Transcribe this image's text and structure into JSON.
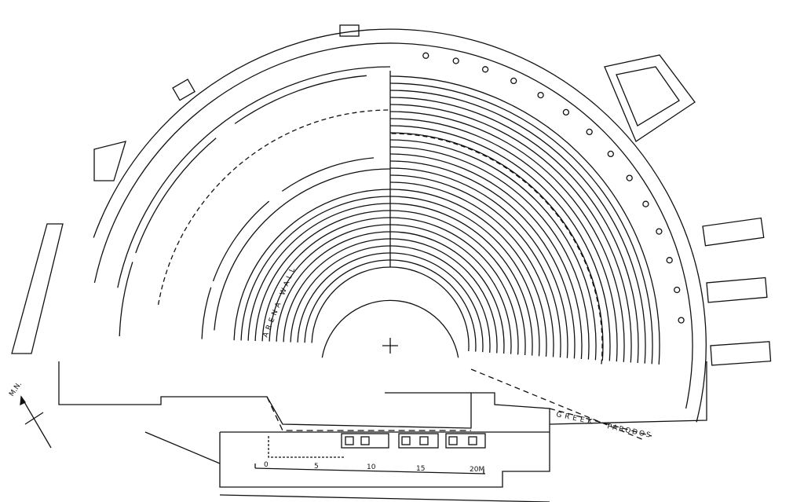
{
  "labels": {
    "arena_wall": "ARENA WALL",
    "greek": "GREEK",
    "parodos": "PARODOS",
    "north": "M.N."
  },
  "scale": {
    "ticks": [
      "0",
      "5",
      "10",
      "15",
      "20M"
    ]
  },
  "colors": {
    "ink": "#111111",
    "paper": "#ffffff"
  }
}
